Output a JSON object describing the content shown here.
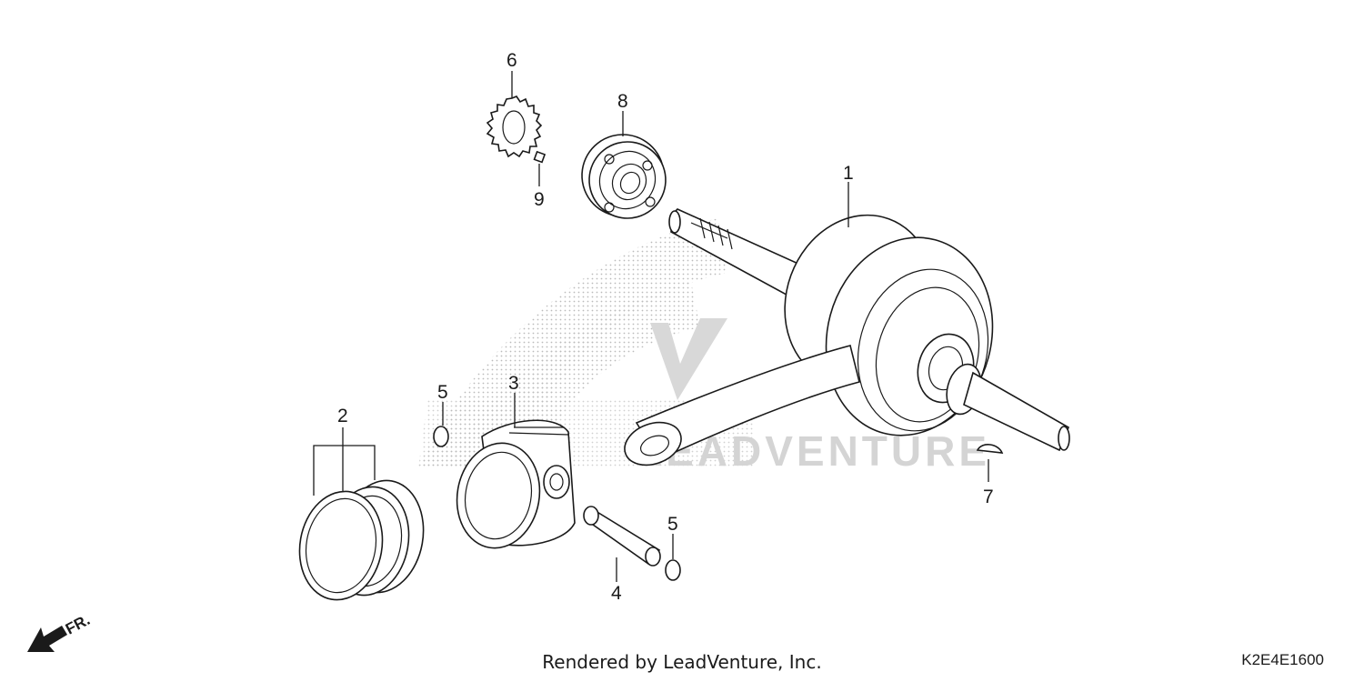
{
  "diagram": {
    "callouts": [
      "1",
      "2",
      "3",
      "4",
      "5",
      "5",
      "6",
      "7",
      "8",
      "9"
    ],
    "direction_label": "FR.",
    "watermark_text": "LEADVENTURE",
    "footer_credit": "Rendered by LeadVenture, Inc.",
    "diagram_code": "K2E4E1600"
  },
  "colors": {
    "line": "#1a1a1a",
    "watermark": "#c8c8c8",
    "background": "#ffffff"
  }
}
